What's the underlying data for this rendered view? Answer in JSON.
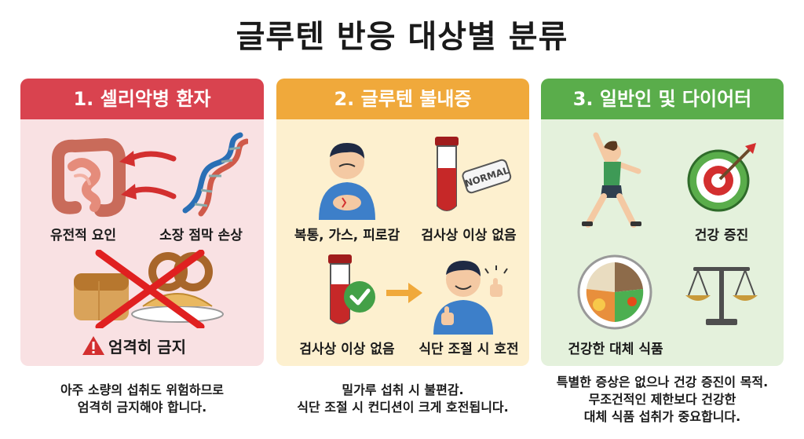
{
  "title": "글루텐 반응 대상별 분류",
  "panels": [
    {
      "header": "1. 셀리악병 환자",
      "items": [
        "유전적 요인",
        "소장 점막 손상"
      ],
      "warning": "엄격히 금지",
      "note": [
        "아주 소량의 섭취도 위험하므로",
        "엄격히 금지해야 합니다."
      ],
      "color": "#d9434f"
    },
    {
      "header": "2. 글루텐 불내증",
      "items": [
        "복통, 가스, 피로감",
        "검사상 이상 없음",
        "검사상 이상 없음",
        "식단 조절 시 호전"
      ],
      "tube_label": "NORMAL",
      "note": [
        "밀가루 섭취 시 불편감.",
        "식단 조절 시 컨디션이 크게 호전됩니다."
      ],
      "color": "#f0a93b"
    },
    {
      "header": "3. 일반인 및 다이어터",
      "items": [
        "건강 증진",
        "건강한 대체 식품"
      ],
      "note": [
        "특별한 증상은 없으나 건강 증진이 목적.",
        "무조건적인 제한보다 건강한",
        "대체 식품 섭취가 중요합니다."
      ],
      "color": "#5aad4b"
    }
  ]
}
